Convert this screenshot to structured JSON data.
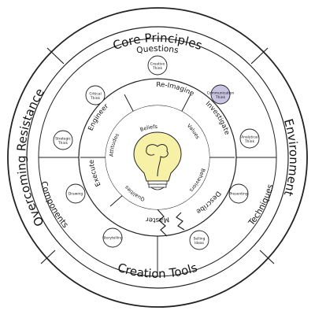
{
  "outer_ring": {
    "top": "Core Principles",
    "right": "Environment",
    "bottom": "Creation Tools",
    "left": "Overcoming Resistance"
  },
  "second_ring": {
    "top": "Questions",
    "left_bottom": "Components",
    "right_bottom": "Techniques"
  },
  "thinking_nodes": [
    {
      "label_line1": "Creative",
      "label_line2": "Think",
      "highlighted": false
    },
    {
      "label_line1": "Critical",
      "label_line2": "Think",
      "highlighted": false
    },
    {
      "label_line1": "Communication",
      "label_line2": "Think",
      "highlighted": true
    },
    {
      "label_line1": "Strategic",
      "label_line2": "Think",
      "highlighted": false
    },
    {
      "label_line1": "Analytical",
      "label_line2": "Think",
      "highlighted": false
    },
    {
      "label_line1": "Drawing",
      "label_line2": "",
      "highlighted": false
    },
    {
      "label_line1": "Presenting",
      "label_line2": "",
      "highlighted": false
    },
    {
      "label_line1": "Storytelling",
      "label_line2": "",
      "highlighted": false
    },
    {
      "label_line1": "Selling",
      "label_line2": "Ideas",
      "highlighted": false
    }
  ],
  "process_ring": {
    "reimagine": "Re-Imagine",
    "investigate": "Investigate",
    "describe": "Describe",
    "master": "Master",
    "execute": "Execute",
    "engineer": "Engineer"
  },
  "core": {
    "beliefs": "Beliefs",
    "values": "Values",
    "behaviors": "Behaviors",
    "qualities": "Qualities",
    "attitudes": "Attitudes"
  },
  "colors": {
    "bulb": "#f6f1a6",
    "highlight": "#c8c4e2",
    "line": "#222222"
  }
}
